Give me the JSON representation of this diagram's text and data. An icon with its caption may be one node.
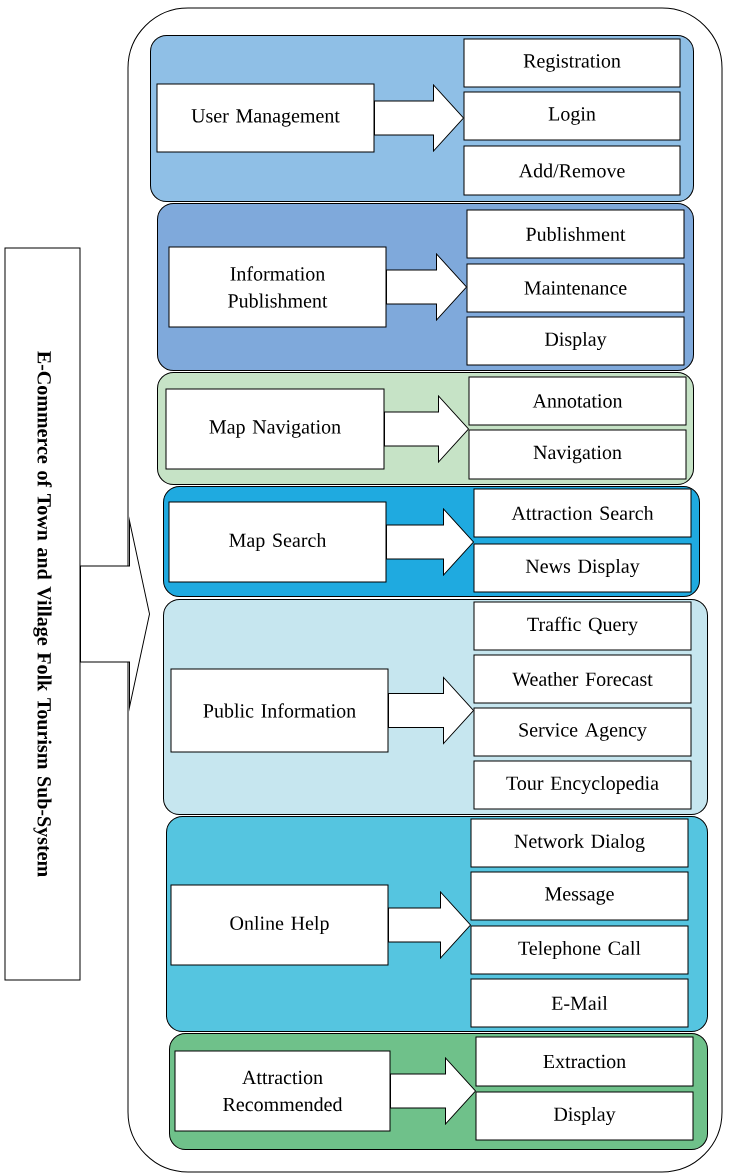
{
  "diagram": {
    "nodes": [
      {
        "text": [
          "E-Commerce of Town and Village Folk Tourism Sub-System"
        ]
      },
      {
        "text": [],
        "shape": "box"
      },
      {
        "text": [],
        "shape": "box",
        "in": 1
      },
      {
        "text": [
          "User Management"
        ],
        "in": 2
      },
      {
        "text": [
          "Registration"
        ],
        "in": 2
      },
      {
        "text": [
          "Login"
        ],
        "in": 2
      },
      {
        "text": [
          "Add/Remove"
        ],
        "in": 2
      },
      {
        "text": [],
        "shape": "box",
        "in": 1
      },
      {
        "text": [
          "Information Publishment"
        ],
        "in": 7
      },
      {
        "text": [
          "Publishment"
        ],
        "in": 7
      },
      {
        "text": [
          "Maintenance"
        ],
        "in": 7
      },
      {
        "text": [
          "Display"
        ],
        "in": 7
      },
      {
        "text": [],
        "shape": "box",
        "in": 1
      },
      {
        "text": [
          "Map Navigation"
        ],
        "in": 12
      },
      {
        "text": [
          "Annotation"
        ],
        "in": 12
      },
      {
        "text": [
          "Navigation"
        ],
        "in": 12
      },
      {
        "text": [],
        "shape": "box",
        "in": 1
      },
      {
        "text": [
          "Map Search"
        ],
        "in": 16
      },
      {
        "text": [
          "Attraction Search"
        ],
        "in": 16
      },
      {
        "text": [
          "News Display"
        ],
        "in": 16
      },
      {
        "text": [],
        "shape": "box",
        "in": 1
      },
      {
        "text": [
          "Public Information"
        ],
        "in": 20
      },
      {
        "text": [
          "Traffic Query"
        ],
        "in": 20
      },
      {
        "text": [
          "Weather Forecast"
        ],
        "in": 20
      },
      {
        "text": [
          "Service Agency"
        ],
        "in": 20
      },
      {
        "text": [
          "Tour Encyclopedia"
        ],
        "in": 20
      },
      {
        "text": [],
        "shape": "box",
        "in": 1
      },
      {
        "text": [
          "Online Help"
        ],
        "in": 26
      },
      {
        "text": [
          "Network Dialog"
        ],
        "in": 26
      },
      {
        "text": [
          "Message"
        ],
        "in": 26
      },
      {
        "text": [
          "Telephone Call"
        ],
        "in": 26
      },
      {
        "text": [
          "E-Mail"
        ],
        "in": 26
      },
      {
        "text": [],
        "shape": "box",
        "in": 1
      },
      {
        "text": [
          "Attraction Recommended"
        ],
        "in": 32
      },
      {
        "text": [
          "Extraction"
        ],
        "in": 32
      },
      {
        "text": [
          "Display"
        ],
        "in": 32
      }
    ],
    "edges": [
      {
        "from": 0,
        "to": 1,
        "arrow": "to"
      },
      {
        "from": 3,
        "to": 4,
        "arrow": "to"
      },
      {
        "from": 3,
        "to": 5,
        "arrow": "to"
      },
      {
        "from": 3,
        "to": 6,
        "arrow": "to"
      },
      {
        "from": 8,
        "to": 9,
        "arrow": "to"
      },
      {
        "from": 8,
        "to": 10,
        "arrow": "to"
      },
      {
        "from": 8,
        "to": 11,
        "arrow": "to"
      },
      {
        "from": 13,
        "to": 14,
        "arrow": "to"
      },
      {
        "from": 13,
        "to": 15,
        "arrow": "to"
      },
      {
        "from": 17,
        "to": 18,
        "arrow": "to"
      },
      {
        "from": 17,
        "to": 19,
        "arrow": "to"
      },
      {
        "from": 21,
        "to": 22,
        "arrow": "to"
      },
      {
        "from": 21,
        "to": 23,
        "arrow": "to"
      },
      {
        "from": 21,
        "to": 24,
        "arrow": "to"
      },
      {
        "from": 21,
        "to": 25,
        "arrow": "to"
      },
      {
        "from": 27,
        "to": 28,
        "arrow": "to"
      },
      {
        "from": 27,
        "to": 29,
        "arrow": "to"
      },
      {
        "from": 27,
        "to": 30,
        "arrow": "to"
      },
      {
        "from": 27,
        "to": 31,
        "arrow": "to"
      },
      {
        "from": 33,
        "to": 34,
        "arrow": "to"
      },
      {
        "from": 33,
        "to": 35,
        "arrow": "to"
      }
    ]
  }
}
